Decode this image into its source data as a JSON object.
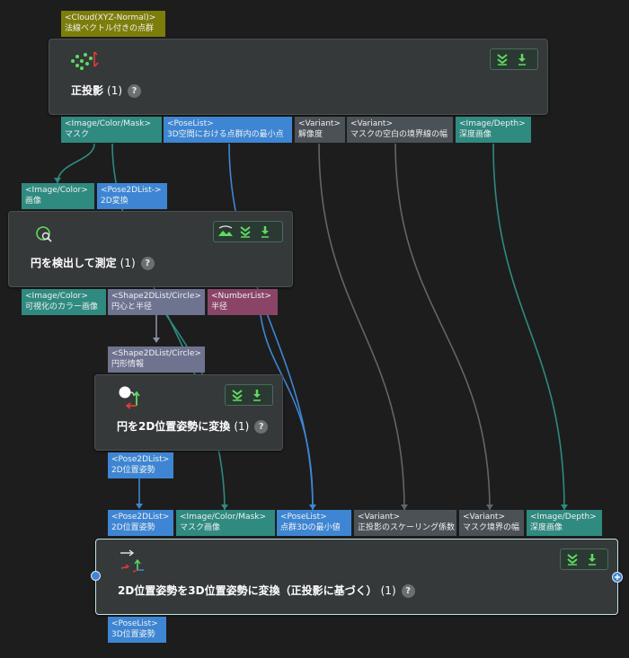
{
  "colors": {
    "background": "#1d1d1d",
    "node": "#35393a",
    "accent_green": "#5fdc5f",
    "teal": "#2f8a80",
    "blue": "#3e86d4",
    "gray": "#4b5257",
    "slate": "#6e7390",
    "maroon": "#8a4566",
    "olive": "#7c7d0b"
  },
  "node1": {
    "title": "正投影",
    "count": "(1)",
    "help": "?",
    "icon": "point-cloud-icon",
    "inputs": [
      {
        "type": "<Cloud(XYZ-Normal)>",
        "label": "法線ベクトル付きの点群"
      }
    ],
    "outputs": [
      {
        "type": "<Image/Color/Mask>",
        "label": "マスク"
      },
      {
        "type": "<PoseList>",
        "label": "3D空間における点群内の最小点"
      },
      {
        "type": "<Variant>",
        "label": "解像度"
      },
      {
        "type": "<Variant>",
        "label": "マスクの空白の境界線の幅"
      },
      {
        "type": "<Image/Depth>",
        "label": "深度画像"
      }
    ]
  },
  "node2": {
    "title": "円を検出して測定",
    "count": "(1)",
    "help": "?",
    "icon": "circle-detect-icon",
    "inputs": [
      {
        "type": "<Image/Color>",
        "label": "画像"
      },
      {
        "type": "<Pose2DList->",
        "label": "2D変換"
      }
    ],
    "outputs": [
      {
        "type": "<Image/Color>",
        "label": "可視化のカラー画像"
      },
      {
        "type": "<Shape2DList/Circle>",
        "label": "円心と半径"
      },
      {
        "type": "<NumberList>",
        "label": "半径"
      }
    ]
  },
  "node3": {
    "title": "円を2D位置姿勢に変換",
    "count": "(1)",
    "help": "?",
    "icon": "circle-to-pose-icon",
    "inputs": [
      {
        "type": "<Shape2DList/Circle>",
        "label": "円形情報"
      }
    ],
    "outputs": [
      {
        "type": "<Pose2DList>",
        "label": "2D位置姿勢"
      }
    ]
  },
  "node4": {
    "title": "2D位置姿勢を3D位置姿勢に変換（正投影に基づく）",
    "count": "(1)",
    "help": "?",
    "icon": "pose-transform-icon",
    "inputs": [
      {
        "type": "<Pose2DList>",
        "label": "2D位置姿勢"
      },
      {
        "type": "<Image/Color/Mask>",
        "label": "マスク画像"
      },
      {
        "type": "<PoseList>",
        "label": "点群3Dの最小値"
      },
      {
        "type": "<Variant>",
        "label": "正投影のスケーリング係数"
      },
      {
        "type": "<Variant>",
        "label": "マスク境界の幅"
      },
      {
        "type": "<Image/Depth>",
        "label": "深度画像"
      }
    ],
    "outputs": [
      {
        "type": "<PoseList>",
        "label": "3D位置姿勢"
      }
    ]
  }
}
